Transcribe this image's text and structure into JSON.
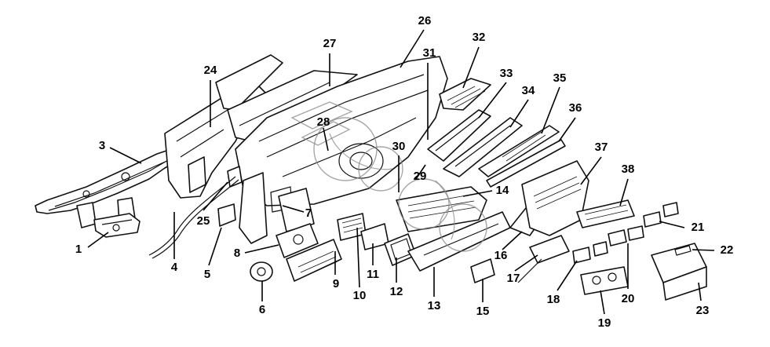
{
  "diagram": {
    "callouts": [
      {
        "id": "c1",
        "label": "1"
      },
      {
        "id": "c2",
        "label": "3"
      },
      {
        "id": "c3",
        "label": "4"
      },
      {
        "id": "c4",
        "label": "5"
      },
      {
        "id": "c5",
        "label": "6"
      },
      {
        "id": "c6",
        "label": "7"
      },
      {
        "id": "c7",
        "label": "8"
      },
      {
        "id": "c8",
        "label": "9"
      },
      {
        "id": "c9",
        "label": "10"
      },
      {
        "id": "c10",
        "label": "11"
      },
      {
        "id": "c11",
        "label": "12"
      },
      {
        "id": "c12",
        "label": "13"
      },
      {
        "id": "c13",
        "label": "14"
      },
      {
        "id": "c14",
        "label": "15"
      },
      {
        "id": "c15",
        "label": "16"
      },
      {
        "id": "c16",
        "label": "17"
      },
      {
        "id": "c17",
        "label": "18"
      },
      {
        "id": "c18",
        "label": "19"
      },
      {
        "id": "c19",
        "label": "20"
      },
      {
        "id": "c20",
        "label": "21"
      },
      {
        "id": "c21",
        "label": "22"
      },
      {
        "id": "c22",
        "label": "23"
      },
      {
        "id": "c23",
        "label": "24"
      },
      {
        "id": "c24",
        "label": "25"
      },
      {
        "id": "c25",
        "label": "26"
      },
      {
        "id": "c26",
        "label": "27"
      },
      {
        "id": "c27",
        "label": "28"
      },
      {
        "id": "c28",
        "label": "29"
      },
      {
        "id": "c29",
        "label": "30"
      },
      {
        "id": "c30",
        "label": "31"
      },
      {
        "id": "c31",
        "label": "32"
      },
      {
        "id": "c32",
        "label": "33"
      },
      {
        "id": "c33",
        "label": "34"
      },
      {
        "id": "c34",
        "label": "35"
      },
      {
        "id": "c35",
        "label": "36"
      },
      {
        "id": "c36",
        "label": "37"
      },
      {
        "id": "c37",
        "label": "38"
      }
    ]
  }
}
